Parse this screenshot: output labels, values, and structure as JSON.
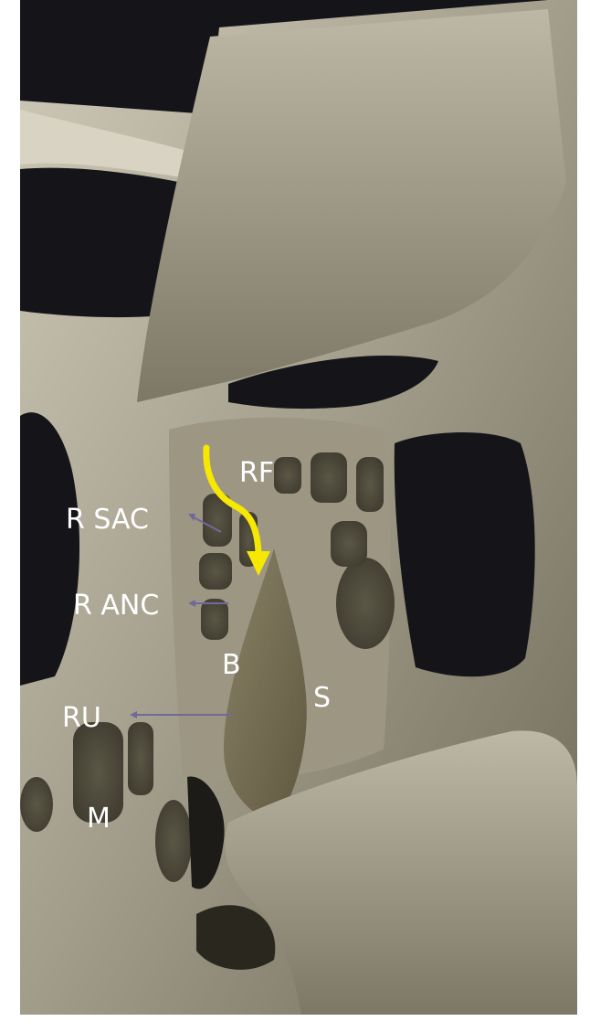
{
  "image": {
    "subject": "3D rendering of nasal cavity / sinus anatomy",
    "colors": {
      "background": "#151419",
      "bone_light": "#c9c4b2",
      "bone_mid": "#8f8a78",
      "bone_dark": "#4c4839",
      "arrow_yellow": "#f6e800",
      "pointer_purple": "#6f6a9a",
      "label_color": "#ffffff"
    }
  },
  "labels": {
    "rf": "RF",
    "r_sac": "R SAC",
    "r_anc": "R ANC",
    "b": "B",
    "s": "S",
    "ru": "RU",
    "m": "M"
  }
}
